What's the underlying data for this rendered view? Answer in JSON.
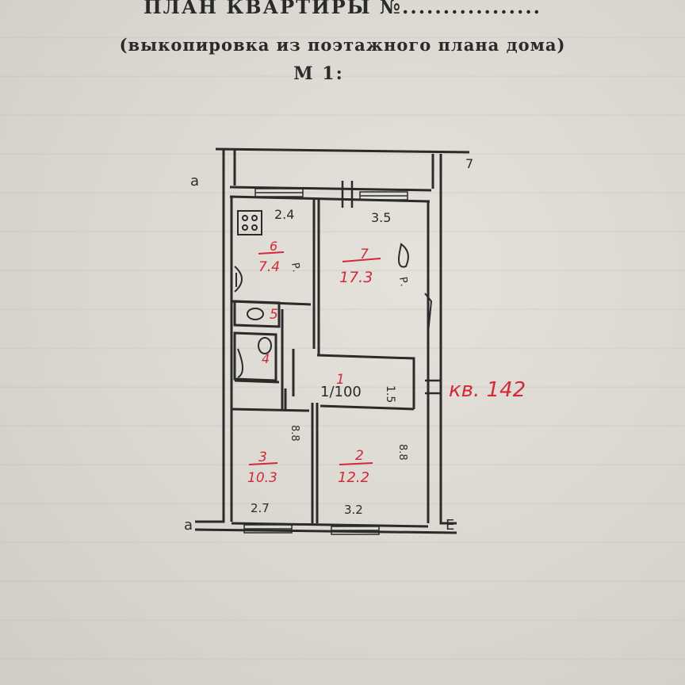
{
  "header": {
    "title": "ПЛАН КВАРТИРЫ №.................",
    "subtitle": "(выкопировка из поэтажного плана дома)",
    "scale": "М 1:"
  },
  "plan": {
    "scale_note": "1/100",
    "apartment_label": "кв. 142",
    "axis_top_right": "7",
    "axis_top_left": "а",
    "axis_bottom_left": "а",
    "axis_bottom_right": "Е",
    "rooms": [
      {
        "number": "6",
        "area": "7.4",
        "height_note": "2.4",
        "side_note": "Р."
      },
      {
        "number": "7",
        "area": "17.3",
        "height_note": "3.5",
        "side_note": "Р."
      },
      {
        "number": "5",
        "area": ""
      },
      {
        "number": "4",
        "area": ""
      },
      {
        "number": "1",
        "area": "",
        "side_note": "1.5"
      },
      {
        "number": "3",
        "area": "10.3",
        "height_note": "2.7",
        "side_note": "8.8"
      },
      {
        "number": "2",
        "area": "12.2",
        "height_note": "3.2",
        "side_note": "8.8"
      }
    ]
  }
}
